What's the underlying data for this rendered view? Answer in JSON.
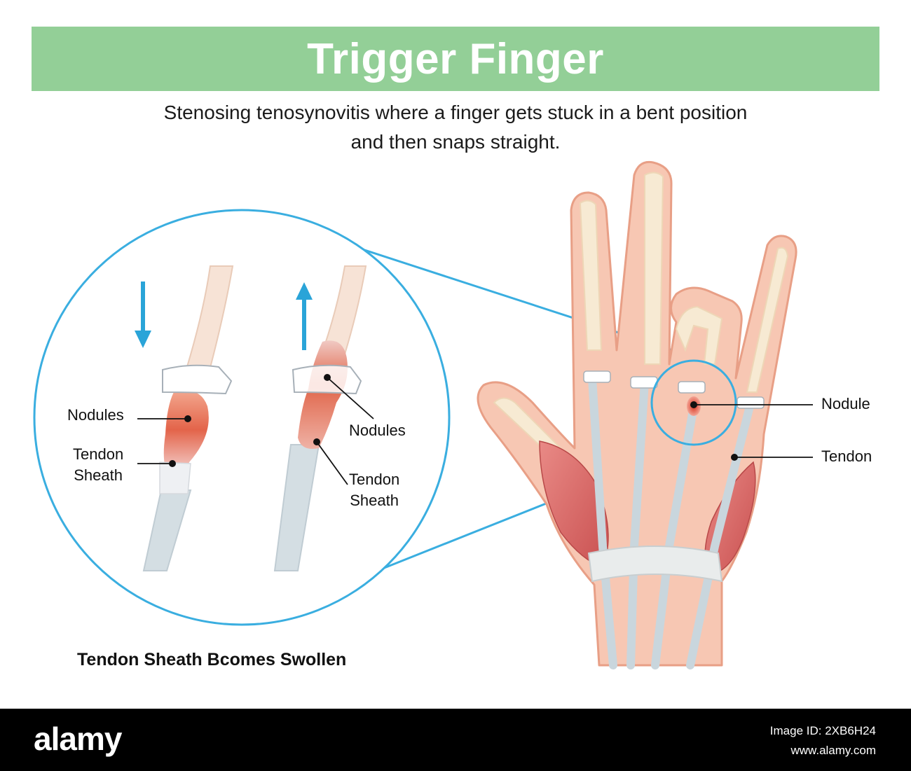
{
  "title": "Trigger Finger",
  "subtitle_line1": "Stenosing tenosynovitis where a finger gets stuck in a bent position",
  "subtitle_line2": "and then snaps straight.",
  "zoom": {
    "left_label_nodules": "Nodules",
    "left_label_sheath_1": "Tendon",
    "left_label_sheath_2": "Sheath",
    "right_label_nodules": "Nodules",
    "right_label_sheath_1": "Tendon",
    "right_label_sheath_2": "Sheath"
  },
  "hand": {
    "label_nodule": "Nodule",
    "label_tendon": "Tendon"
  },
  "caption": "Tendon Sheath Bcomes Swollen",
  "footer": {
    "brand": "alamy",
    "image_id": "Image ID: 2XB6H24",
    "site": "www.alamy.com"
  },
  "colors": {
    "banner": "#93cf97",
    "zoom_ring": "#3aaee0",
    "skin": "#f7c7b3",
    "skin_outline": "#e89f86",
    "tendon": "#c9d6dd",
    "muscle": "#d86a6a",
    "arrow": "#2aa4d8"
  }
}
